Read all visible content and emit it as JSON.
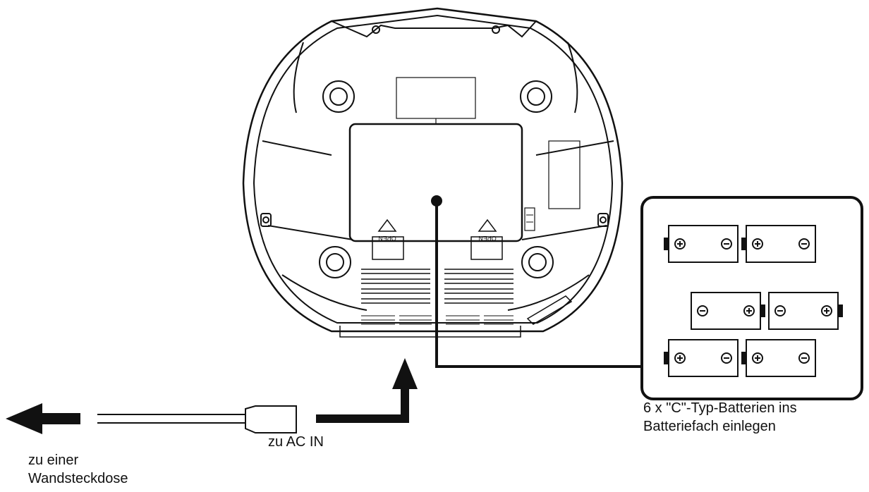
{
  "labels": {
    "wall_line1": "zu einer",
    "wall_line2": "Wandsteckdose",
    "ac_in": "zu AC IN",
    "battery_line1": "6 x \"C\"-Typ-Batterien ins",
    "battery_line2": "Batteriefach einlegen"
  },
  "device": {
    "latch_text": "OPEN"
  },
  "battery_box": {
    "count": 6,
    "rows": [
      {
        "left": "+ -",
        "right": "+ -"
      },
      {
        "left": "- +",
        "right": "- +"
      },
      {
        "left": "+ -",
        "right": "+ -"
      }
    ]
  },
  "colors": {
    "line": "#111111",
    "background": "#ffffff"
  }
}
